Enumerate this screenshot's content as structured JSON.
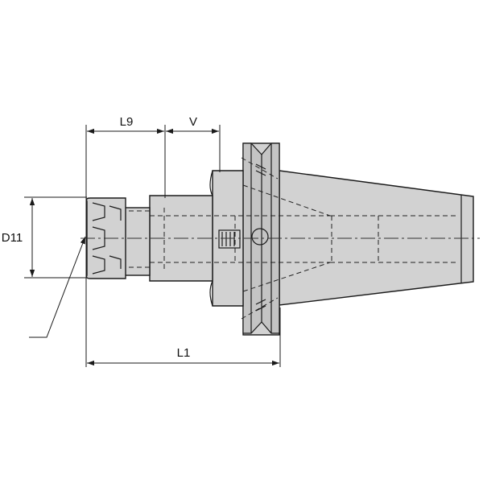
{
  "dimensions": {
    "l9": "L9",
    "v": "V",
    "d11": "D11",
    "l1": "L1"
  },
  "colors": {
    "body_fill": "#d2d2d2",
    "line": "#1a1a1a",
    "background": "#ffffff"
  }
}
